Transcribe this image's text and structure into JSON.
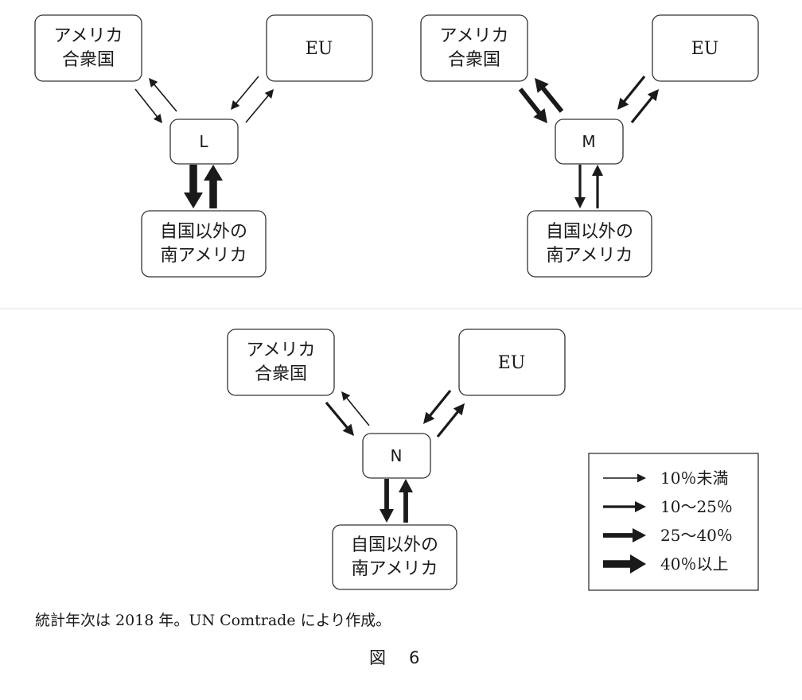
{
  "regions": {
    "usa": [
      "アメリカ",
      "合衆国"
    ],
    "eu": [
      "EU"
    ],
    "sam": [
      "自国以外の",
      "南アメリカ"
    ]
  },
  "panels": [
    {
      "id": "L",
      "label": "L",
      "flows": {
        "to_usa": "10% 未満",
        "from_usa": "10% 未満",
        "to_eu": "10% 未満",
        "from_eu": "10% 未満",
        "to_sam": "40% 以上",
        "from_sam": "40% 以上"
      }
    },
    {
      "id": "M",
      "label": "M",
      "flows": {
        "to_usa": "25〜40%",
        "from_usa": "25〜40%",
        "to_eu": "10〜25%",
        "from_eu": "10〜25%",
        "to_sam": "10〜25%",
        "from_sam": "10〜25%"
      }
    },
    {
      "id": "N",
      "label": "N",
      "flows": {
        "to_usa": "10% 未満",
        "from_usa": "10〜25%",
        "to_eu": "10〜25%",
        "from_eu": "10〜25%",
        "to_sam": "25〜40%",
        "from_sam": "25〜40%"
      }
    }
  ],
  "legend": [
    {
      "label": "10％未満",
      "category": "10% 未満"
    },
    {
      "label": "10〜25％",
      "category": "10〜25%"
    },
    {
      "label": "25〜40％",
      "category": "25〜40%"
    },
    {
      "label": "40％以上",
      "category": "40% 以上"
    }
  ],
  "note": "統計年次は 2018 年。UN Comtrade により作成。",
  "figure": {
    "label": "図",
    "number": "6"
  },
  "colors": {
    "ink": "#1a1a1a",
    "box_stroke": "#333333",
    "divider": "#e2e2e2",
    "background": "#ffffff"
  }
}
